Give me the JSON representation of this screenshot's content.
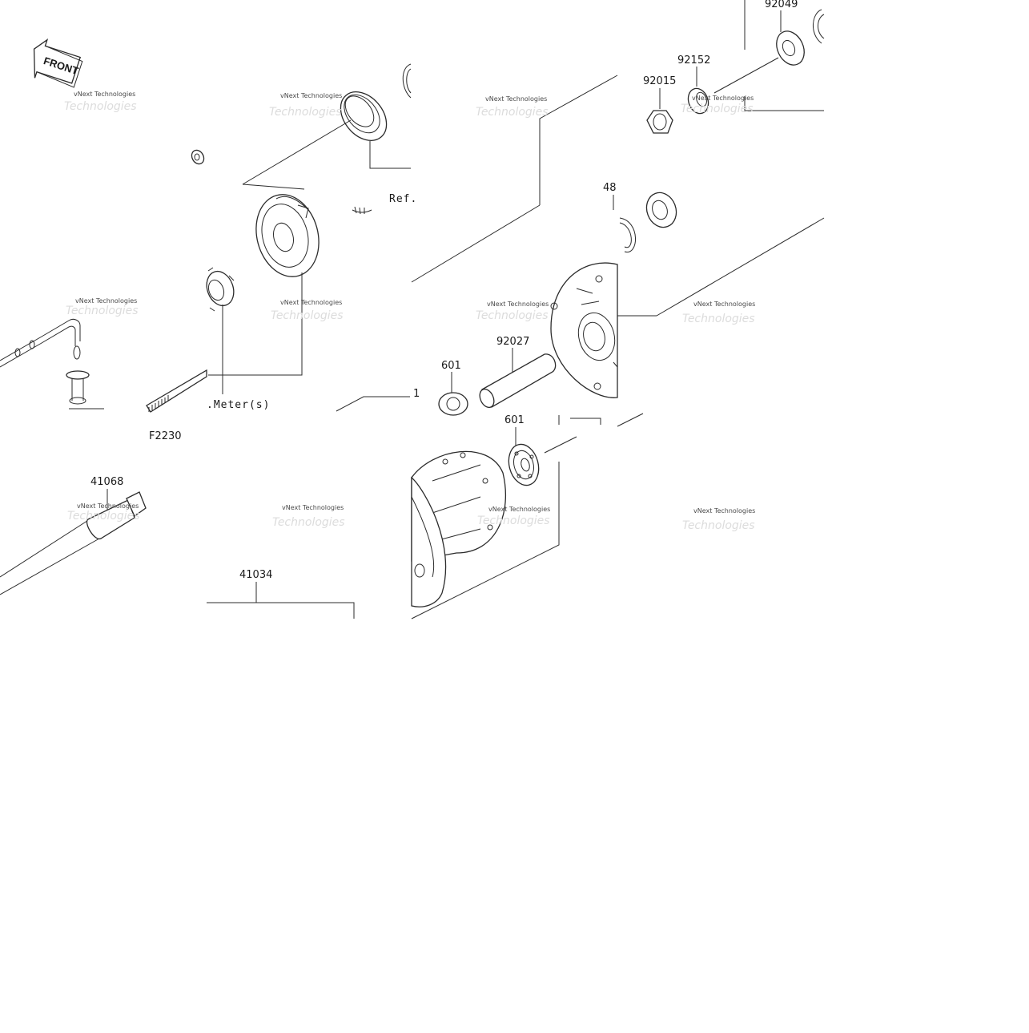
{
  "diagram": {
    "figure_code": "F2230",
    "front_label": "FRONT",
    "part_labels": {
      "p92049": "92049",
      "p92152": "92152",
      "p92015": "92015",
      "p48": "48",
      "p92027": "92027",
      "p601a": "601",
      "p601b": "601",
      "p41068": "41068",
      "p41034": "41034",
      "p1": "1"
    },
    "ref_labels": {
      "ref_top": "Ref.",
      "ref_meter": ".Meter(s)"
    },
    "watermark": {
      "text": "vNext Technologies",
      "shadow_text": "Technologies"
    }
  }
}
